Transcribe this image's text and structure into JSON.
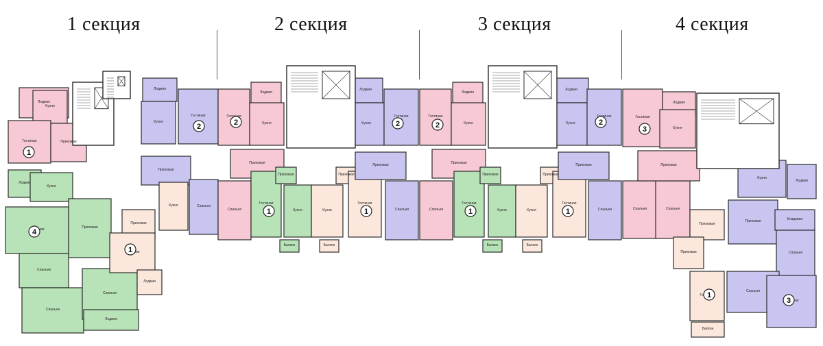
{
  "sections": [
    {
      "label": "1 секция"
    },
    {
      "label": "2 секция"
    },
    {
      "label": "3 секция"
    },
    {
      "label": "4 секция"
    }
  ],
  "colors": {
    "pink": "#f6c9d4",
    "green": "#b8e2b8",
    "lavender": "#c9c5f1",
    "cream": "#fbe7dc",
    "wall": "#2b2b2b",
    "core": "#ffffff"
  },
  "room_names": {
    "living": "Гостиная",
    "kitchen": "Кухня",
    "bedroom": "Спальня",
    "hall": "Прихожая",
    "loggia": "Лоджия",
    "balcony": "Балкон",
    "wardrobe": "Кладовая"
  },
  "apartment_badges": [
    "1",
    "4",
    "1",
    "2",
    "2",
    "1",
    "1",
    "2",
    "2",
    "1",
    "1",
    "2",
    "3",
    "1",
    "3"
  ]
}
